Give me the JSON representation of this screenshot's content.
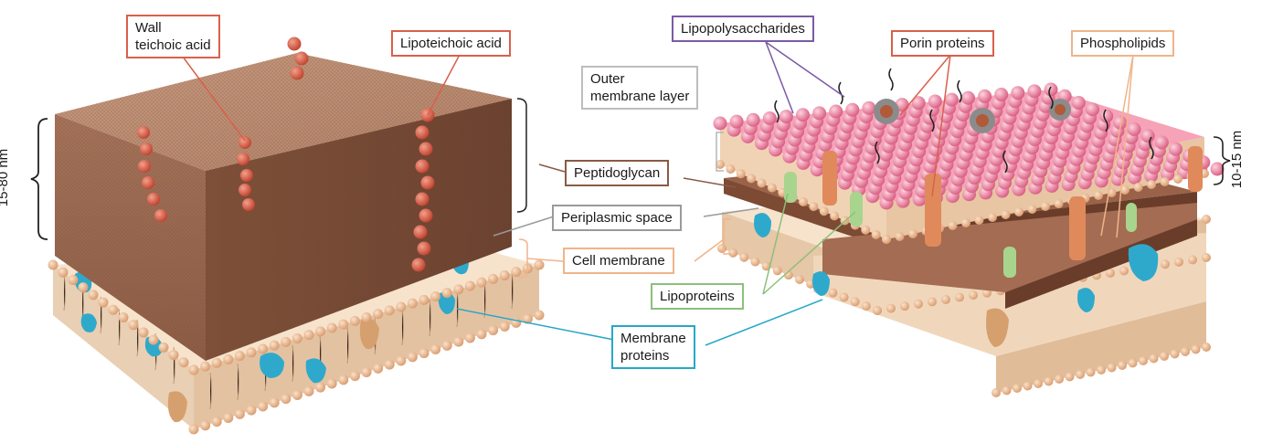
{
  "labels": {
    "wall_teichoic_acid": "Wall\nteichoic acid",
    "lipoteichoic_acid": "Lipoteichoic acid",
    "lipopolysaccharides": "Lipopolysaccharides",
    "porin_proteins": "Porin proteins",
    "phospholipids": "Phospholipids",
    "outer_membrane_layer": "Outer\nmembrane layer",
    "peptidoglycan": "Peptidoglycan",
    "periplasmic_space": "Periplasmic space",
    "cell_membrane": "Cell membrane",
    "lipoproteins": "Lipoproteins",
    "membrane_proteins": "Membrane\nproteins"
  },
  "dimensions": {
    "left_thickness": "15-80 nm",
    "right_thickness": "10-15 nm"
  },
  "colors": {
    "wall_teichoic_acid": "#d9604c",
    "lipoteichoic_acid": "#d9604c",
    "lipopolysaccharides": "#7b5aa6",
    "porin_proteins": "#d9604c",
    "phospholipids": "#f0b48a",
    "outer_membrane_layer": "#b5b5b5",
    "peptidoglycan": "#8a5a44",
    "periplasmic_space": "#9a9a9a",
    "cell_membrane": "#f0b48a",
    "lipoproteins": "#8bc07a",
    "membrane_proteins": "#27a7c8"
  }
}
